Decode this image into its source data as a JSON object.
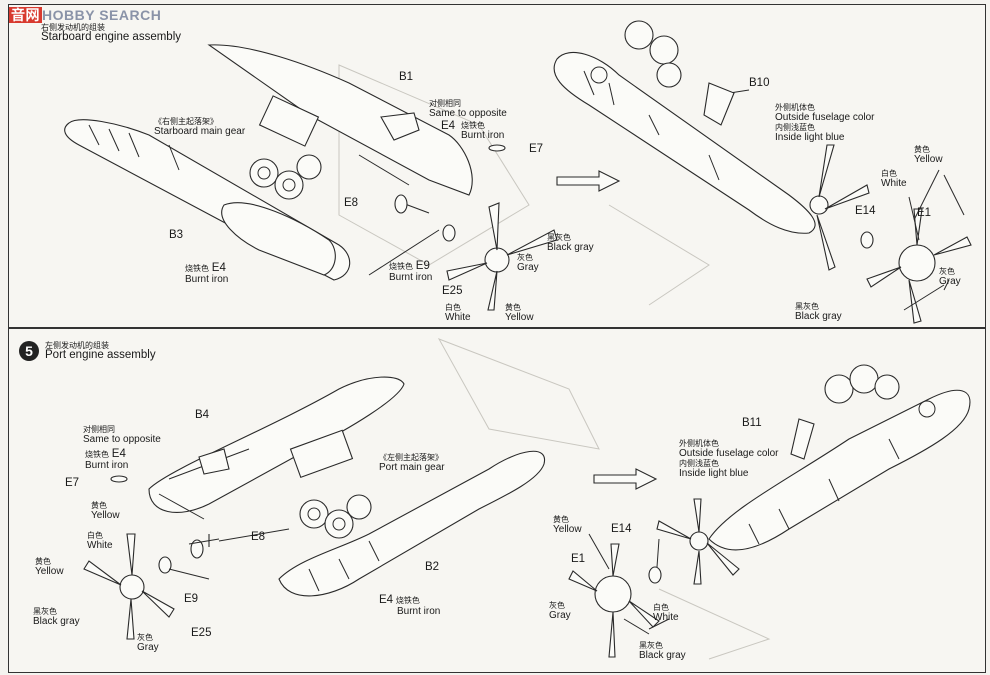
{
  "watermark": {
    "brand": "音网",
    "text": "HOBBY SEARCH"
  },
  "step4": {
    "title_cn": "右侧发动机的组装",
    "title_en": "Starboard engine assembly",
    "gear_cn": "《右侧主起落架》",
    "gear_en": "Starboard main gear",
    "b1": "B1",
    "same_cn": "对侧相同",
    "same_en": "Same to opposite",
    "e4_cn": "烧铁色",
    "e4": "E4",
    "e4_en": "Burnt iron",
    "e7": "E7",
    "e8": "E8",
    "b3": "B3",
    "e4b_cn": "烧铁色",
    "e4b": "E4",
    "e4b_en": "Burnt iron",
    "e9_cn": "烧铁色",
    "e9": "E9",
    "e9_en": "Burnt iron",
    "e25": "E25",
    "black_cn": "黑灰色",
    "black_en": "Black gray",
    "gray_cn": "灰色",
    "gray_en": "Gray",
    "white_cn": "白色",
    "white_en": "White",
    "yellow_cn": "黄色",
    "yellow_en": "Yellow",
    "b10": "B10",
    "outside_cn": "外侧机体色",
    "outside_en": "Outside fuselage color",
    "inside_cn": "内侧浅蓝色",
    "inside_en": "Inside light blue",
    "r_yellow_cn": "黄色",
    "r_yellow_en": "Yellow",
    "r_white_cn": "白色",
    "r_white_en": "White",
    "e14": "E14",
    "e1": "E1",
    "r_gray_cn": "灰色",
    "r_gray_en": "Gray",
    "r_black_cn": "黑灰色",
    "r_black_en": "Black gray"
  },
  "step5": {
    "num": "5",
    "title_cn": "左侧发动机的组装",
    "title_en": "Port engine assembly",
    "b4": "B4",
    "same_cn": "对侧相同",
    "same_en": "Same to opposite",
    "e4_cn": "烧铁色",
    "e4": "E4",
    "e4_en": "Burnt iron",
    "gear_cn": "《左侧主起落架》",
    "gear_en": "Port main gear",
    "e7": "E7",
    "yellow_cn": "黄色",
    "yellow_en": "Yellow",
    "white_cn": "白色",
    "white_en": "White",
    "yellow2_cn": "黄色",
    "yellow2_en": "Yellow",
    "black_cn": "黑灰色",
    "black_en": "Black gray",
    "e8": "E8",
    "e9": "E9",
    "e25": "E25",
    "gray_cn": "灰色",
    "gray_en": "Gray",
    "b2": "B2",
    "e4b": "E4",
    "e4b_cn": "烧铁色",
    "e4b_en": "Burnt iron",
    "b11": "B11",
    "outside_cn": "外侧机体色",
    "outside_en": "Outside fuselage color",
    "inside_cn": "内侧浅蓝色",
    "inside_en": "Inside light blue",
    "r_yellow_cn": "黄色",
    "r_yellow_en": "Yellow",
    "e14": "E14",
    "e1": "E1",
    "r_gray_cn": "灰色",
    "r_gray_en": "Gray",
    "r_white_cn": "白色",
    "r_white_en": "White",
    "r_black_cn": "黑灰色",
    "r_black_en": "Black gray"
  }
}
